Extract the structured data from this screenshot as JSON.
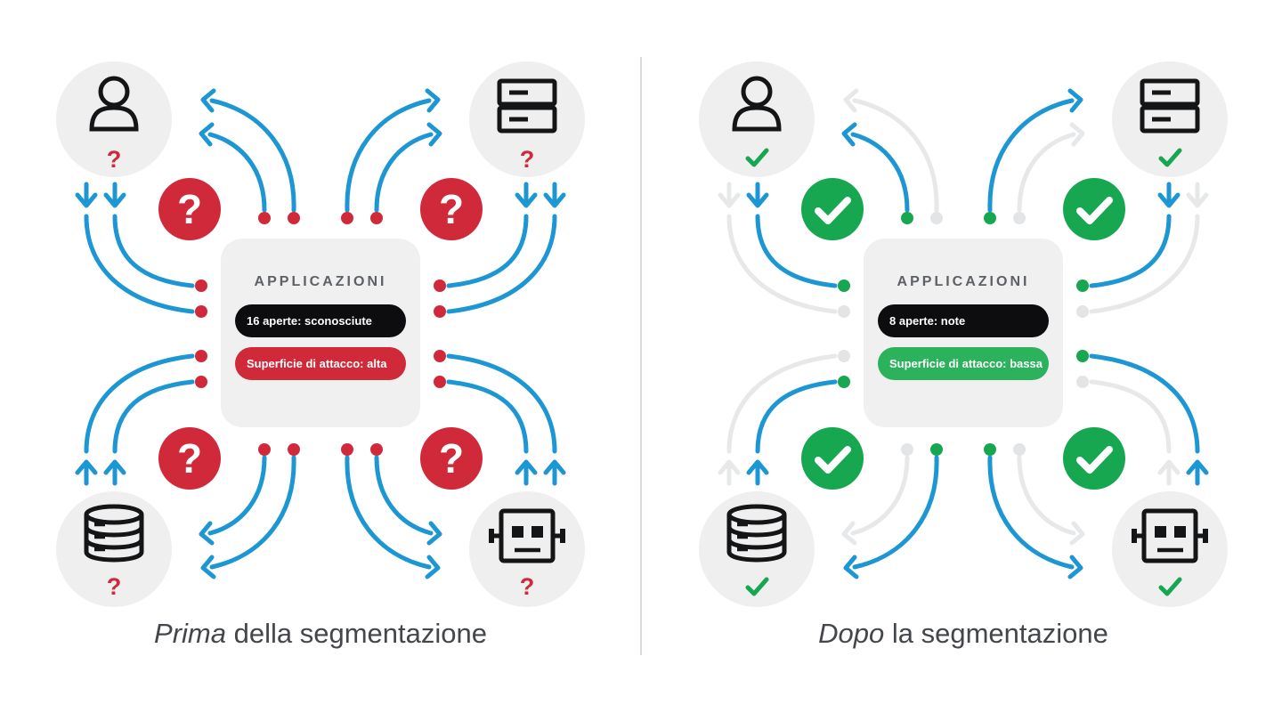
{
  "colors": {
    "blue": "#1d96d4",
    "red": "#d0293a",
    "green": "#16a750",
    "greenPill": "#2cb25c",
    "grayArrow": "#e7e8ea",
    "grayDot": "#e3e4e6",
    "circleBg": "#efeff0",
    "boxBg": "#f0f0f1",
    "divider": "#dadbdc",
    "pillBlack": "#0d0d0f",
    "headingText": "#5d6065",
    "captionText": "#43464b",
    "iconStroke": "#141517"
  },
  "panels": [
    {
      "id": "before-segmentation",
      "caption": {
        "italic": "Prima",
        "rest": " della segmentazione"
      },
      "box": {
        "heading": "APPLICAZIONI",
        "open_apps": "16 aperte: sconosciute",
        "attack_surface": "Superficie di attacco: alta"
      },
      "marks": {
        "node": "?",
        "status": "?"
      },
      "status_icon": "question-mark",
      "nodes": [
        "user",
        "server",
        "database",
        "bot"
      ]
    },
    {
      "id": "after-segmentation",
      "caption": {
        "italic": "Dopo",
        "rest": " la segmentazione"
      },
      "box": {
        "heading": "APPLICAZIONI",
        "open_apps": "8 aperte: note",
        "attack_surface": "Superficie di attacco: bassa"
      },
      "status_icon": "check",
      "nodes": [
        "user",
        "server",
        "database",
        "bot"
      ]
    }
  ]
}
